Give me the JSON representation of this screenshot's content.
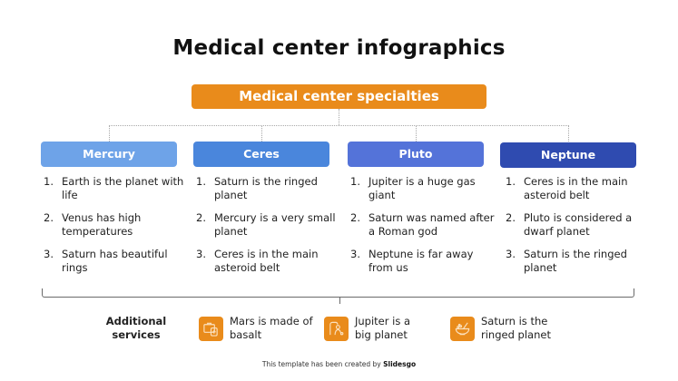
{
  "title": "Medical center infographics",
  "root": {
    "label": "Medical center specialties",
    "color": "#e98b1b"
  },
  "columns": [
    {
      "label": "Mercury",
      "color": "#6ea3e8",
      "items": [
        {
          "num": "1.",
          "text": "Earth is the planet with life"
        },
        {
          "num": "2.",
          "text": "Venus has high temperatures"
        },
        {
          "num": "3.",
          "text": "Saturn has beautiful rings"
        }
      ]
    },
    {
      "label": "Ceres",
      "color": "#4a86dc",
      "items": [
        {
          "num": "1.",
          "text": "Saturn is the ringed planet"
        },
        {
          "num": "2.",
          "text": "Mercury is a very small planet"
        },
        {
          "num": "3.",
          "text": "Ceres is in the main asteroid belt"
        }
      ]
    },
    {
      "label": "Pluto",
      "color": "#5473d9",
      "items": [
        {
          "num": "1.",
          "text": "Jupiter is a huge gas giant"
        },
        {
          "num": "2.",
          "text": "Saturn was named after a Roman god"
        },
        {
          "num": "3.",
          "text": "Neptune is far away from us"
        }
      ]
    },
    {
      "label": "Neptune",
      "color": "#2f4bb0",
      "items": [
        {
          "num": "1.",
          "text": "Ceres is in the main asteroid belt"
        },
        {
          "num": "2.",
          "text": "Pluto is considered a dwarf planet"
        },
        {
          "num": "3.",
          "text": "Saturn is the ringed planet"
        }
      ]
    }
  ],
  "services": {
    "label": "Additional services",
    "items": [
      {
        "icon": "medical-kit-icon",
        "text": "Mars is made of basalt"
      },
      {
        "icon": "patient-icon",
        "text": "Jupiter is a big planet"
      },
      {
        "icon": "mortar-pestle-icon",
        "text": "Saturn is the ringed planet"
      }
    ]
  },
  "footer": {
    "prefix": "This template has been created by ",
    "brand": "Slidesgo"
  }
}
